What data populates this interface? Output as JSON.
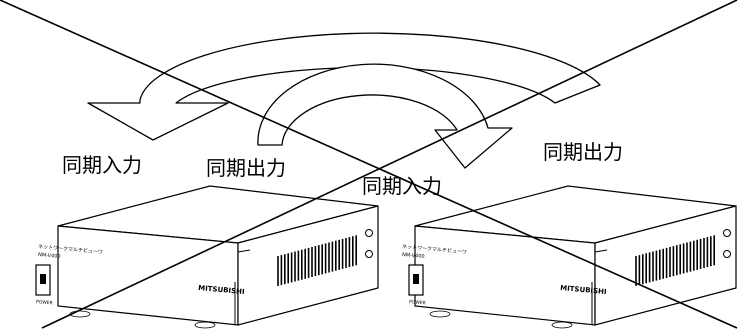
{
  "labels": {
    "sync_input_left": "同期入力",
    "sync_output_left": "同期出力",
    "sync_input_center": "同期入力",
    "sync_output_right": "同期出力"
  },
  "devices": [
    {
      "product_label": "ネットワークマルチビューワ",
      "model": "NM-V400",
      "brand": "MITSUBISHI",
      "power_label": "POWER"
    },
    {
      "product_label": "ネットワークマルチビューワ",
      "model": "NM-V400",
      "brand": "MITSUBISHI",
      "power_label": "POWER"
    }
  ],
  "colors": {
    "stroke": "#000000",
    "background": "#ffffff"
  },
  "icons": {
    "outer_arrow": "curved-arrow-left-icon",
    "inner_arrow": "curved-arrow-right-icon",
    "crossed_out": "x-cross-icon"
  }
}
